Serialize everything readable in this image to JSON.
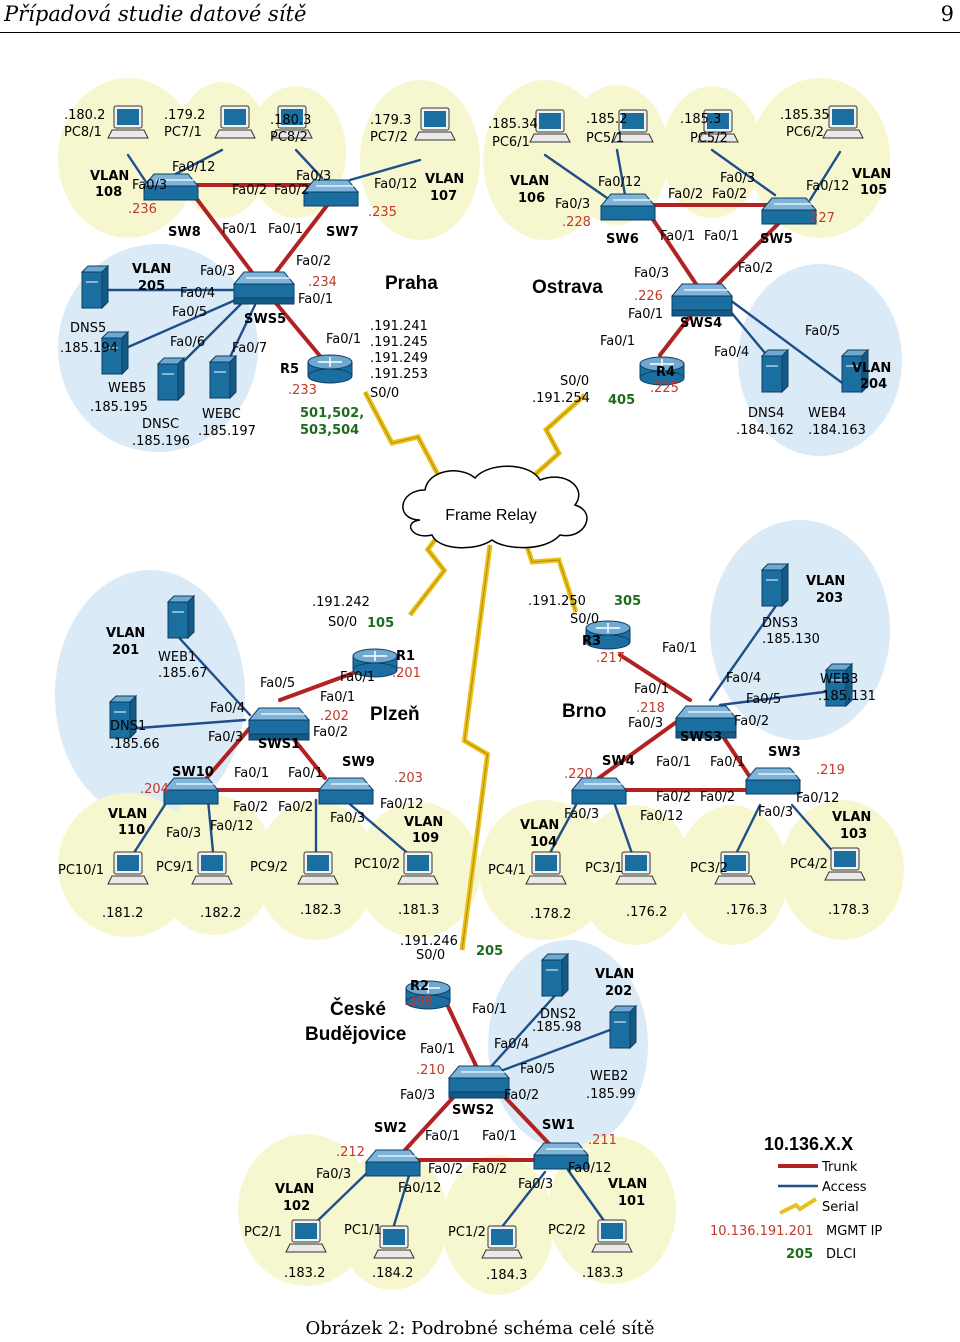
{
  "header": {
    "title": "Případová studie datové sítě",
    "page": "9"
  },
  "caption": "Obrázek 2: Podrobné schéma celé sítě",
  "colors": {
    "trunk": "#b22222",
    "access": "#1f4f8a",
    "serial": "#e8c21a",
    "device": "#1b6fa0",
    "vlan_blue": "#dbeaf7",
    "vlan_yellow": "#f7f7cf",
    "mgmt": "#c0392b",
    "dlci": "#1e6b1e"
  },
  "legend": {
    "title": "10.136.X.X",
    "items": [
      {
        "name": "trunk",
        "label": "Trunk"
      },
      {
        "name": "access",
        "label": "Access"
      },
      {
        "name": "serial",
        "label": "Serial"
      },
      {
        "name": "mgmt",
        "sample": "10.136.191.201",
        "label": "MGMT IP"
      },
      {
        "name": "dlci",
        "sample": "205",
        "label": "DLCI"
      }
    ]
  },
  "cloud": "Frame Relay",
  "labels": {
    "praha": [
      "Praha",
      "SW8",
      "SW7",
      "SWS5",
      "R5",
      ".180.2",
      "PC8/1",
      ".179.2",
      "PC7/1",
      ".180.3",
      "PC8/2",
      ".179.3",
      "PC7/2",
      "VLAN",
      "108",
      "VLAN",
      "107",
      "VLAN",
      "205",
      "Fa0/3",
      "Fa0/12",
      "Fa0/2",
      "Fa0/2",
      "Fa0/3",
      "Fa0/12",
      ".236",
      ".235",
      "Fa0/1",
      "Fa0/1",
      "Fa0/3",
      "Fa0/2",
      ".234",
      "Fa0/4",
      "Fa0/1",
      "Fa0/5",
      "Fa0/6",
      "Fa0/7",
      "DNS5",
      ".185.194",
      "WEB5",
      ".185.195",
      "DNSC",
      ".185.196",
      "WEBC",
      ".185.197",
      "Fa0/1",
      ".191.241",
      ".191.245",
      ".191.249",
      ".191.253",
      ".233",
      "S0/0",
      "501,502,",
      "503,504"
    ],
    "ostrava": [
      "Ostrava",
      "SW6",
      "SW5",
      "SWS4",
      "R4",
      ".185.34",
      "PC6/1",
      ".185.2",
      "PC5/1",
      ".185.3",
      "PC5/2",
      ".185.35",
      "PC6/2",
      "VLAN",
      "106",
      "VLAN",
      "105",
      "VLAN",
      "204",
      "Fa0/3",
      "Fa0/12",
      "Fa0/2",
      "Fa0/2",
      "Fa0/3",
      "Fa0/12",
      ".228",
      ".227",
      "Fa0/1",
      "Fa0/1",
      "Fa0/3",
      "Fa0/2",
      ".226",
      "Fa0/1",
      "Fa0/5",
      "Fa0/4",
      "Fa0/1",
      "S0/0",
      ".191.254",
      "405",
      ".225",
      "DNS4",
      "WEB4",
      ".184.162",
      ".184.163"
    ],
    "plzen": [
      "Plzeň",
      "SW10",
      "SW9",
      "SWS1",
      "R1",
      "VLAN",
      "201",
      "WEB1",
      ".185.67",
      "DNS1",
      ".185.66",
      "Fa0/5",
      "Fa0/4",
      "Fa0/3",
      ".204",
      "VLAN",
      "110",
      "Fa0/3",
      "Fa0/12",
      "Fa0/2",
      "Fa0/2",
      "Fa0/1",
      "Fa0/1",
      ".191.242",
      "S0/0",
      "105",
      "Fa0/1",
      ".201",
      "Fa0/1",
      ".202",
      "Fa0/2",
      ".203",
      "Fa0/3",
      "Fa0/12",
      "VLAN",
      "109",
      "PC10/1",
      "PC9/1",
      "PC9/2",
      "PC10/2",
      ".181.2",
      ".182.2",
      ".182.3",
      ".181.3"
    ],
    "brno": [
      "Brno",
      "SW4",
      "SW3",
      "SWS3",
      "R3",
      ".191.250",
      "S0/0",
      "305",
      ".217",
      "Fa0/1",
      "VLAN",
      "203",
      "DNS3",
      ".185.130",
      "Fa0/4",
      "WEB3",
      ".185.131",
      "Fa0/5",
      "Fa0/1",
      ".218",
      "Fa0/3",
      "Fa0/2",
      ".220",
      "Fa0/1",
      "Fa0/1",
      ".219",
      "VLAN",
      "104",
      "Fa0/3",
      "Fa0/12",
      "Fa0/2",
      "Fa0/2",
      "Fa0/12",
      "Fa0/3",
      "VLAN",
      "103",
      "PC4/1",
      "PC3/1",
      "PC3/2",
      "PC4/2",
      ".178.2",
      ".176.2",
      ".176.3",
      ".178.3"
    ],
    "cb": [
      "České",
      "Budějovice",
      "R2",
      "SW2",
      "SW1",
      "SWS2",
      ".191.246",
      "S0/0",
      "205",
      ".209",
      "Fa0/1",
      "DNS2",
      ".185.98",
      "VLAN",
      "202",
      "Fa0/4",
      "Fa0/1",
      "Fa0/5",
      ".210",
      "WEB2",
      ".185.99",
      "Fa0/3",
      "Fa0/2",
      "Fa0/1",
      "Fa0/1",
      ".211",
      ".212",
      "Fa0/3",
      "Fa0/2",
      "Fa0/2",
      "Fa0/12",
      "VLAN",
      "102",
      "Fa0/12",
      "Fa0/3",
      "VLAN",
      "101",
      "PC2/1",
      "PC1/1",
      "PC1/2",
      "PC2/2",
      ".183.2",
      ".184.2",
      ".184.3",
      ".183.3"
    ]
  }
}
